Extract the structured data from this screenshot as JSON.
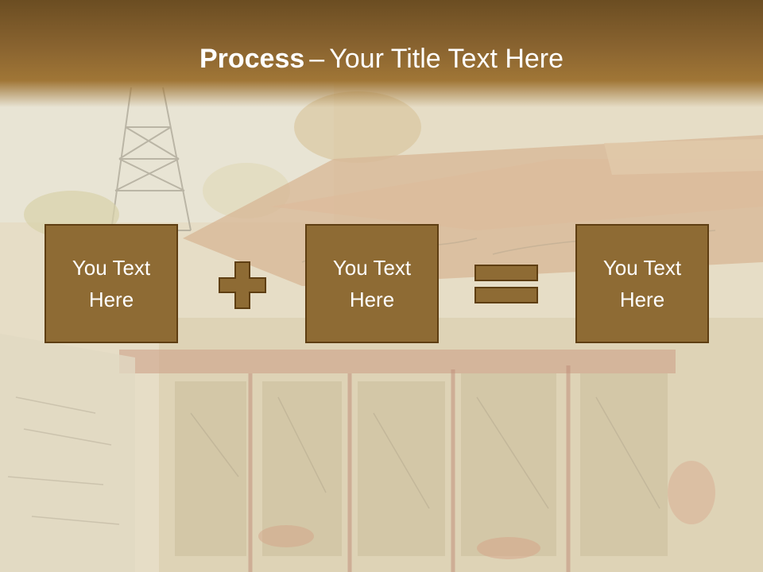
{
  "slide": {
    "title_bold": "Process",
    "title_separator": "–",
    "title_rest": "Your Title Text Here"
  },
  "process": {
    "boxes": [
      {
        "line1": "You Text",
        "line2": "Here"
      },
      {
        "line1": "You Text",
        "line2": "Here"
      },
      {
        "line1": "You Text",
        "line2": "Here"
      }
    ],
    "operators": [
      "plus-icon",
      "equals-icon"
    ]
  },
  "colors": {
    "accent": "#8e6b34",
    "accent_border": "#5e3e12",
    "title_band": "#7a5828",
    "text": "#ffffff"
  }
}
